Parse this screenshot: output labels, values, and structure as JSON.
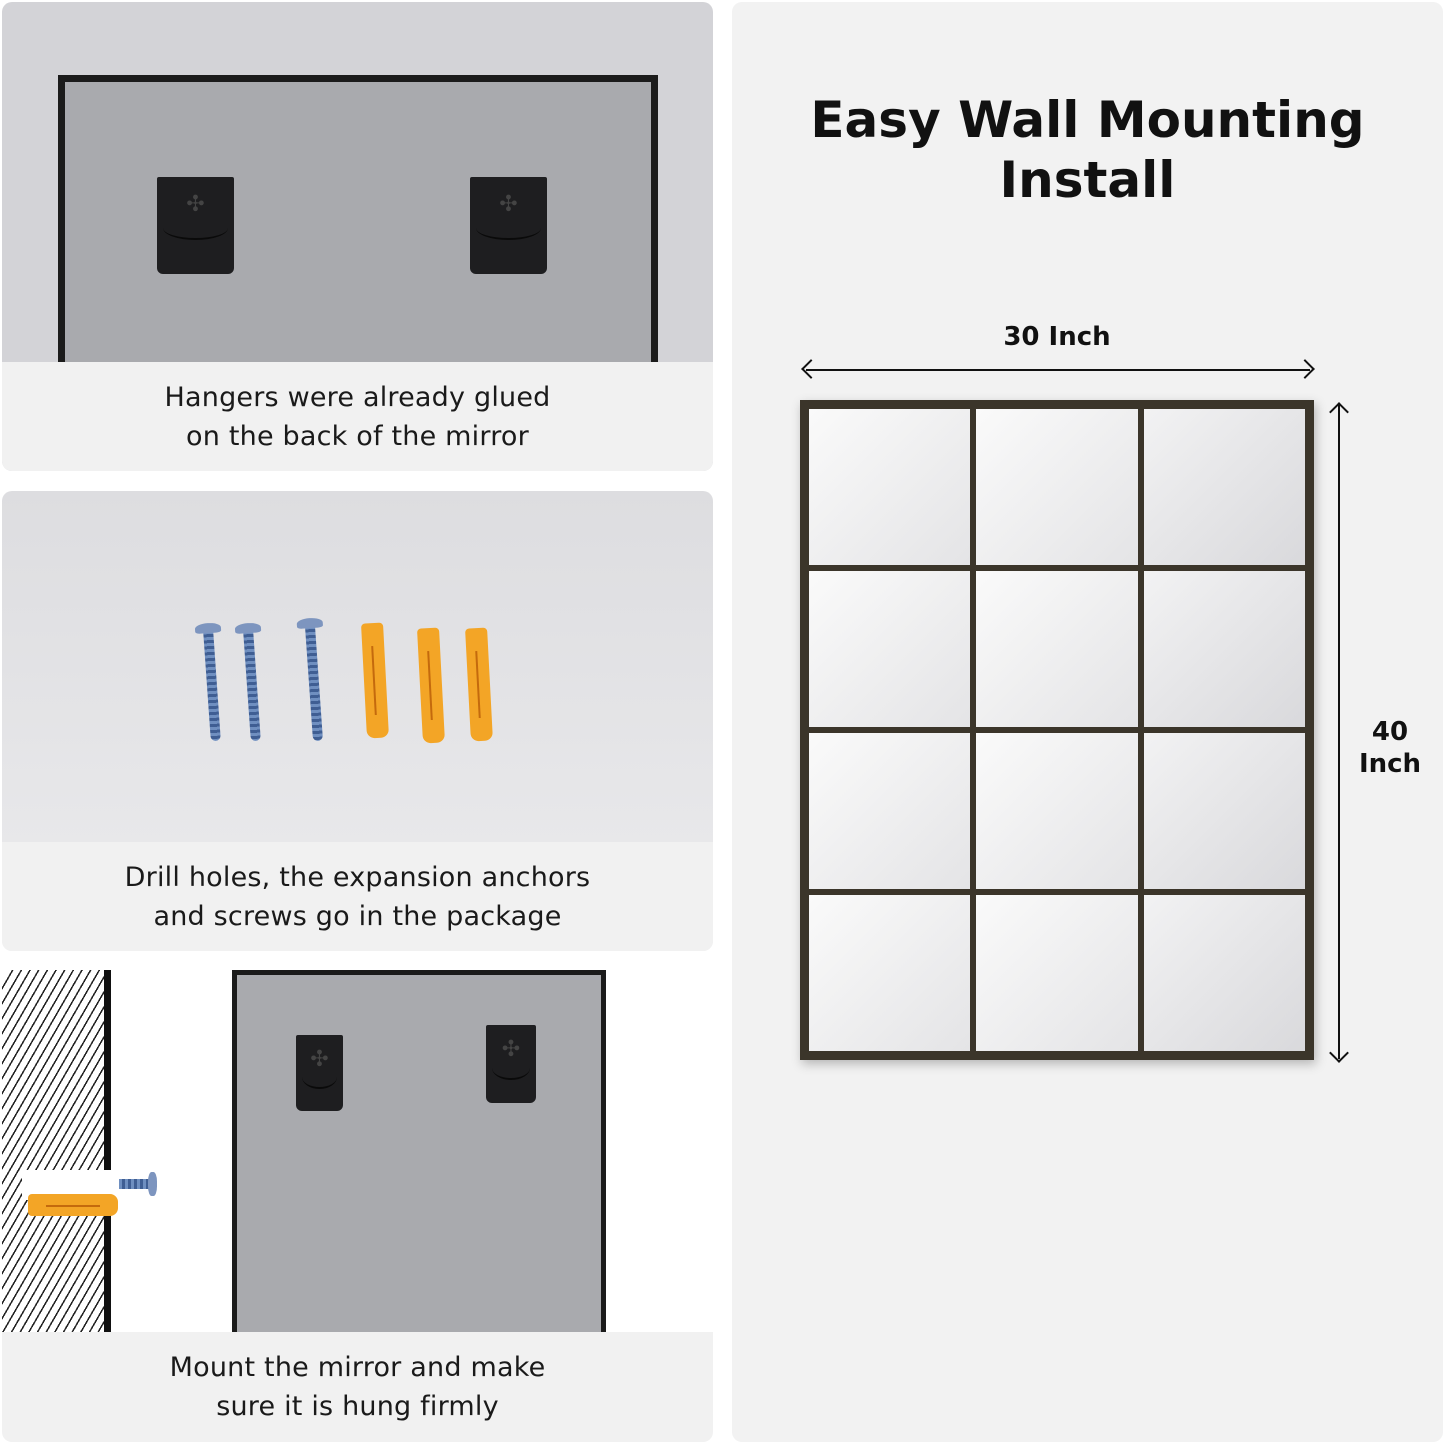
{
  "title": {
    "line1": "Easy Wall Mounting",
    "line2": "Install"
  },
  "dimensions": {
    "width_label": "30 Inch",
    "height_label_value": "40",
    "height_label_unit": "Inch"
  },
  "steps": [
    {
      "caption_line1": "Hangers were already glued",
      "caption_line2": "on the back of the mirror",
      "icon": "hanger-icon"
    },
    {
      "caption_line1": "Drill holes, the expansion anchors",
      "caption_line2": "and screws go in the package",
      "icon": "screw-anchor-icon",
      "screws": 3,
      "anchors": 3
    },
    {
      "caption_line1": "Mount the mirror and make",
      "caption_line2": "sure it is hung firmly",
      "icon": "wall-mount-icon"
    }
  ],
  "mirror_grid": {
    "columns": 3,
    "rows": 4,
    "frame_color": "#3b352a"
  },
  "colors": {
    "panel_bg": "#f2f2f2",
    "photo_bg": "#d3d3d7",
    "mirror_back": "#a9aaae",
    "anchor": "#f3a526",
    "screw": "#5a78ad"
  }
}
